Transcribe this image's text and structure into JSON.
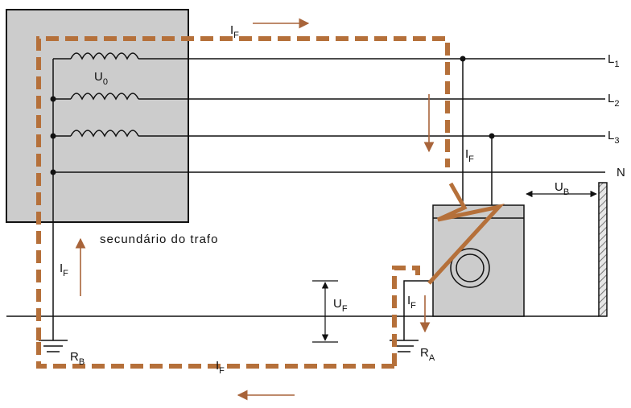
{
  "colors": {
    "transformer_fill": "#cccccc",
    "fault_path": "#b5703a",
    "arrow": "#a8643a",
    "wire": "#111111",
    "wall_hatch": "#999999"
  },
  "labels": {
    "u0": {
      "main": "U",
      "sub": "0"
    },
    "l1": {
      "main": "L",
      "sub": "1"
    },
    "l2": {
      "main": "L",
      "sub": "2"
    },
    "l3": {
      "main": "L",
      "sub": "3"
    },
    "n": "N",
    "ub": {
      "main": "U",
      "sub": "B"
    },
    "uf": {
      "main": "U",
      "sub": "F"
    },
    "rb": {
      "main": "R",
      "sub": "B"
    },
    "ra": {
      "main": "R",
      "sub": "A"
    },
    "if": {
      "main": "I",
      "sub": "F"
    },
    "transformer_caption": "secundário do trafo"
  }
}
